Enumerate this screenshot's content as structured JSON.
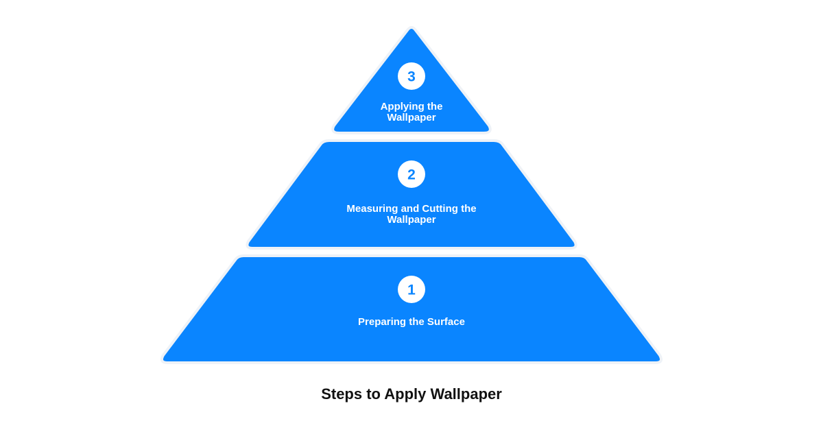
{
  "title": "Steps to Apply Wallpaper",
  "colors": {
    "tier_fill": "#0a85ff",
    "tier_outline": "#eef2f7",
    "badge_fill": "#ffffff",
    "badge_text": "#0a85ff",
    "label_text": "#ffffff",
    "title_text": "#111111"
  },
  "tiers": [
    {
      "number": "3",
      "label_lines": [
        "Applying the",
        "Wallpaper"
      ]
    },
    {
      "number": "2",
      "label_lines": [
        "Measuring and Cutting the",
        "Wallpaper"
      ]
    },
    {
      "number": "1",
      "label_lines": [
        "Preparing the Surface"
      ]
    }
  ]
}
